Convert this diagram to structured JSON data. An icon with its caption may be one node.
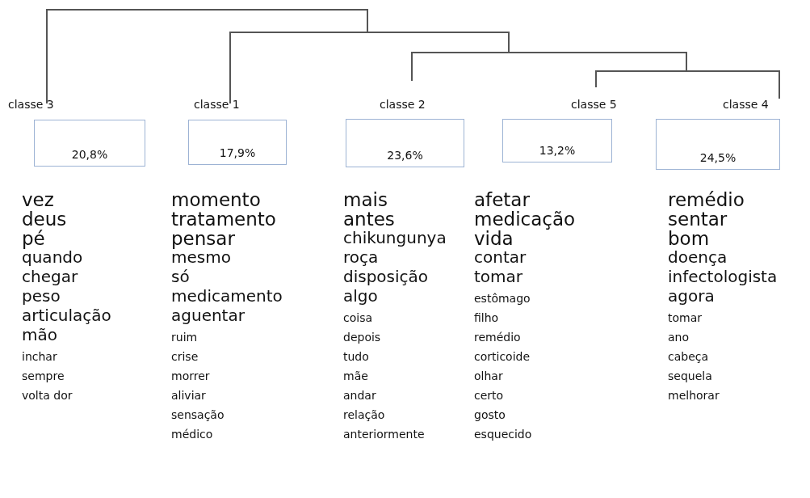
{
  "diagram": {
    "nodes": [
      {
        "text": [
          "classe 3",
          "20,8%"
        ],
        "beside": [
          "vez",
          "deus",
          "pé",
          "quando",
          "chegar",
          "peso",
          "articulação",
          "mão",
          "inchar",
          "sempre",
          "volta dor"
        ]
      },
      {
        "text": [
          "classe 1",
          "17,9%"
        ],
        "beside": [
          "momento",
          "tratamento",
          "pensar",
          "mesmo",
          "só",
          "medicamento",
          "aguentar",
          "ruim",
          "crise",
          "morrer",
          "aliviar",
          "sensação",
          "médico"
        ]
      },
      {
        "text": [
          "classe 2",
          "23,6%"
        ],
        "beside": [
          "mais",
          "antes",
          "chikungunya",
          "roça",
          "disposição",
          "algo",
          "coisa",
          "depois",
          "tudo",
          "mãe",
          "andar",
          "relação",
          "anteriormente"
        ]
      },
      {
        "text": [
          "classe 5",
          "13,2%"
        ],
        "beside": [
          "afetar",
          "medicação",
          "vida",
          "contar",
          "tomar",
          "estômago",
          "filho",
          "remédio",
          "corticoide",
          "olhar",
          "certo",
          "gosto",
          "esquecido"
        ]
      },
      {
        "text": [
          "classe 4",
          "24,5%"
        ],
        "beside": [
          "remédio",
          "sentar",
          "bom",
          "doença",
          "infectologista",
          "agora",
          "tomar",
          "ano",
          "cabeça",
          "sequela",
          "melhorar"
        ]
      }
    ]
  }
}
